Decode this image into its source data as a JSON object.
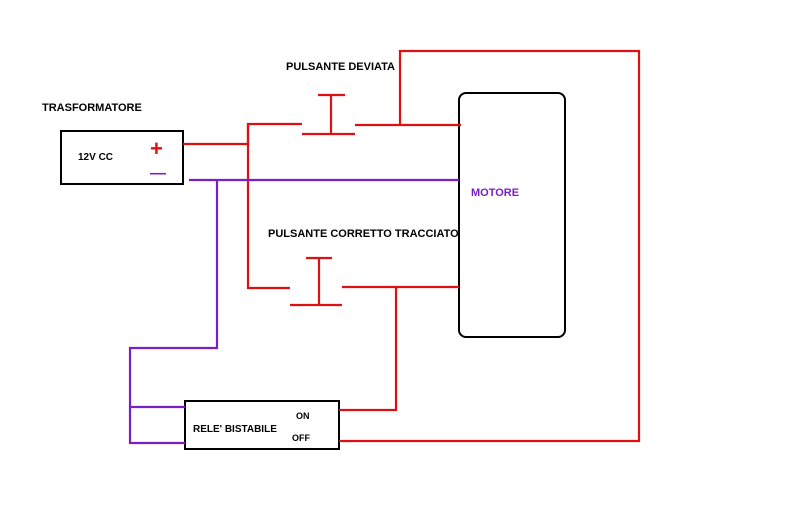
{
  "labels": {
    "transformer": "TRASFORMATORE",
    "voltage": "12V CC",
    "plus": "+",
    "minus": "—",
    "button_deviata": "PULSANTE DEVIATA",
    "button_corretto": "PULSANTE CORRETTO TRACCIATO",
    "motor": "MOTORE",
    "relay": "RELE' BISTABILE",
    "on": "ON",
    "off": "OFF"
  },
  "colors": {
    "positive_wire": "#dd1111",
    "negative_wire": "#7a1fc4",
    "outline": "#000000",
    "motor_label": "#7a1fc4"
  }
}
